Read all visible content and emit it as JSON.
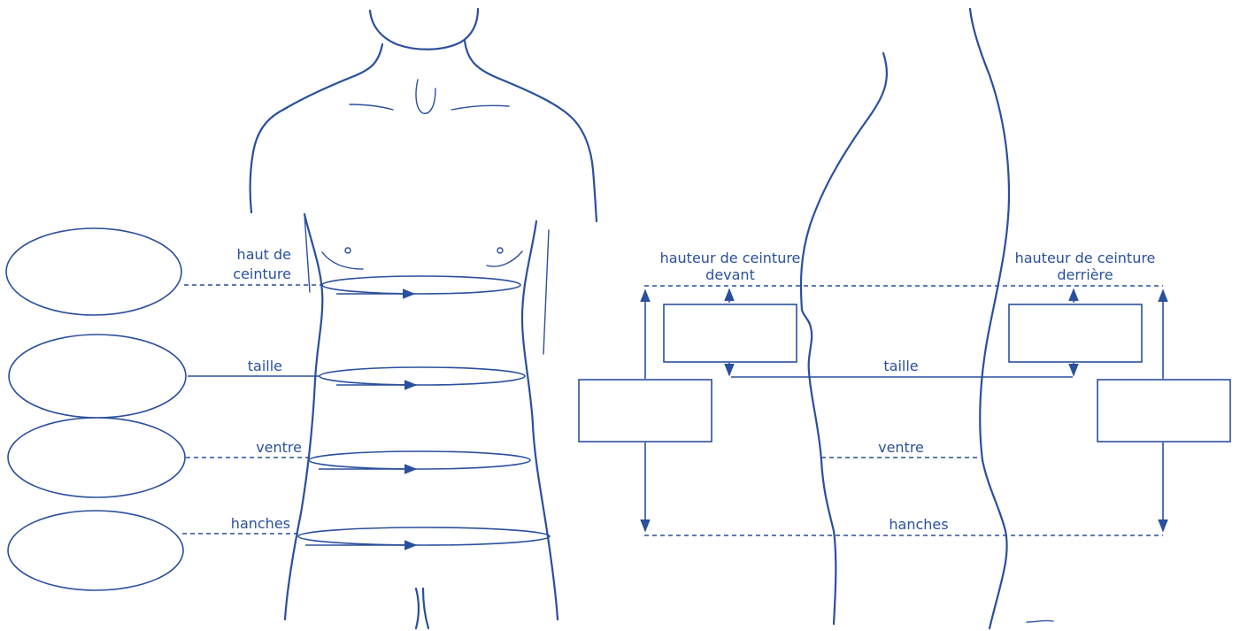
{
  "front": {
    "labels": {
      "haut_line1": "haut de",
      "haut_line2": "ceinture",
      "taille": "taille",
      "ventre": "ventre",
      "hanches": "hanches"
    }
  },
  "side": {
    "labels": {
      "front_rise_line1": "hauteur de ceinture",
      "front_rise_line2": "devant",
      "back_rise_line1": "hauteur de ceinture",
      "back_rise_line2": "derrière",
      "taille": "taille",
      "ventre": "ventre",
      "hanches": "hanches"
    }
  },
  "colors": {
    "line": "#2a4f9c",
    "background": "#ffffff"
  }
}
